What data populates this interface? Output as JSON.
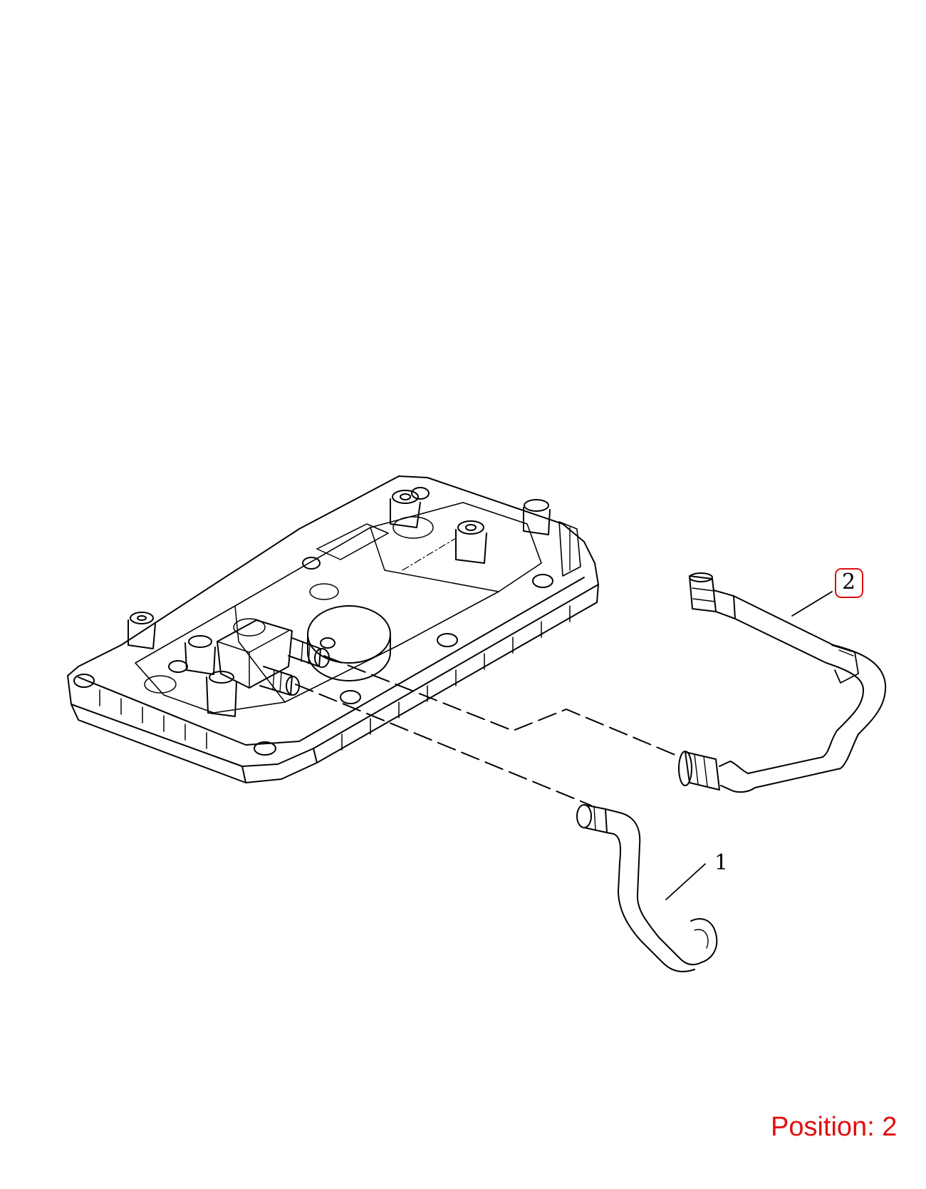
{
  "diagram": {
    "parts": [
      {
        "id": "valve-cover",
        "label": ""
      },
      {
        "id": "hose-1",
        "callout": "1"
      },
      {
        "id": "hose-2",
        "callout": "2",
        "highlighted": true
      }
    ],
    "highlight_color": "#e01010",
    "line_color": "#000000"
  },
  "position_label": "Position: 2"
}
